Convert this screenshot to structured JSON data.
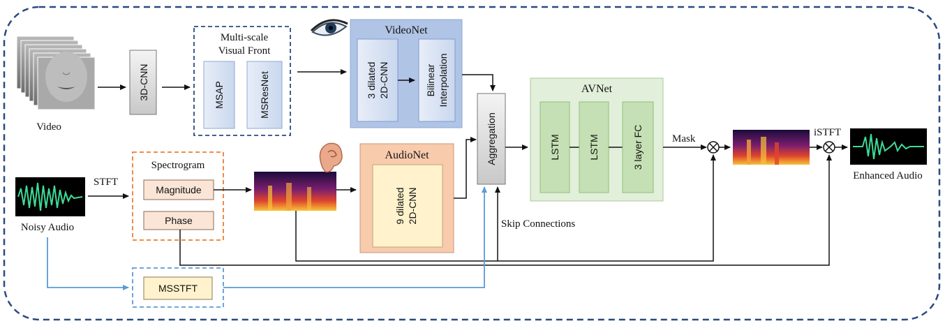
{
  "video_label": "Video",
  "noisy_audio_label": "Noisy Audio",
  "stft_label": "STFT",
  "cnn3d_label": "3D-CNN",
  "msvf": {
    "title_line1": "Multi-scale",
    "title_line2": "Visual Front",
    "msap": "MSAP",
    "msresnet": "MSResNet"
  },
  "videonet": {
    "title": "VideoNet",
    "cnn_line1": "3 dilated",
    "cnn_line2": "2D-CNN",
    "interp_line1": "Bilinear",
    "interp_line2": "Interpolation"
  },
  "spectrogram": {
    "title": "Spectrogram",
    "magnitude": "Magnitude",
    "phase": "Phase"
  },
  "audionet": {
    "title": "AudioNet",
    "cnn_line1": "9 dilated",
    "cnn_line2": "2D-CNN"
  },
  "aggregation_label": "Aggregation",
  "avnet": {
    "title": "AVNet",
    "lstm1": "LSTM",
    "lstm2": "LSTM",
    "fc": "3 layer FC"
  },
  "mask_label": "Mask",
  "istft_label": "iSTFT",
  "enhanced_audio_label": "Enhanced Audio",
  "skip_connections_label": "Skip Connections",
  "msstft_label": "MSSTFT",
  "colors": {
    "frame": "#2a4a7f",
    "videonet_bg": "#b0c4e6",
    "avnet_bg": "#e2efda",
    "audionet_bg": "#f8cbad",
    "spec_border": "#ed7d31",
    "blue_line": "#5b9bd5",
    "wave": "#3ddc97"
  }
}
